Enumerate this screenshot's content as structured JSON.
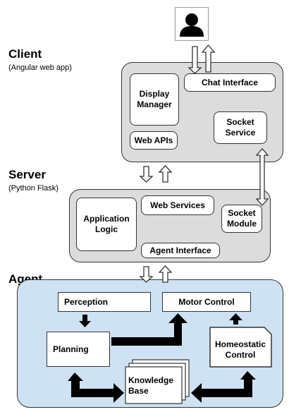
{
  "user": {
    "icon": "user-icon"
  },
  "client": {
    "title": "Client",
    "subtitle": "(Angular web app)",
    "display_manager": "Display\nManager",
    "chat_interface": "Chat Interface",
    "socket_service": "Socket\nService",
    "web_apis": "Web APIs"
  },
  "server": {
    "title": "Server",
    "subtitle": "(Python Flask)",
    "application_logic": "Application\nLogic",
    "web_services": "Web Services",
    "socket_module": "Socket\nModule",
    "agent_interface": "Agent Interface"
  },
  "agent": {
    "title": "Agent",
    "perception": "Perception",
    "motor_control": "Motor Control",
    "planning": "Planning",
    "homeostatic_control": "Homeostatic\nControl",
    "knowledge_base": "Knowledge\nBase"
  },
  "colors": {
    "client_server_fill": "#dcdcdc",
    "agent_fill": "#cfe2f3",
    "box_fill": "#ffffff",
    "arrow": "#000000"
  }
}
